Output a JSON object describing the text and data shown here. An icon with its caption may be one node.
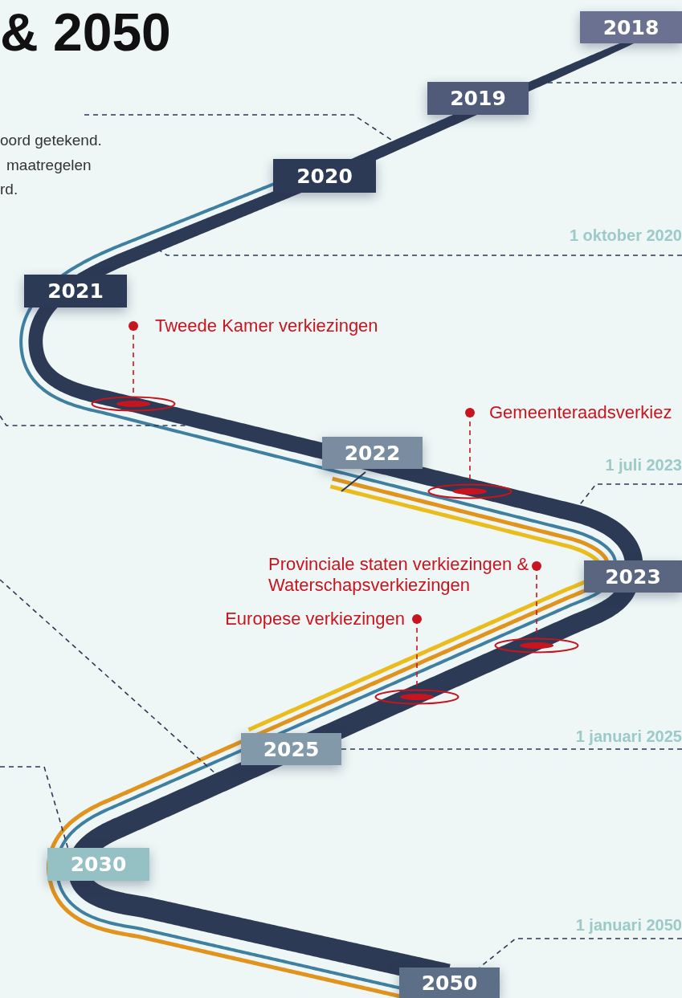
{
  "diagram": {
    "title": "& 2050",
    "nodes": [
      {
        "text": [
          "2018"
        ]
      },
      {
        "text": [
          "2019"
        ]
      },
      {
        "text": [
          "2020"
        ]
      },
      {
        "text": [
          "2021"
        ]
      },
      {
        "text": [
          "2022"
        ]
      },
      {
        "text": [
          "2023"
        ]
      },
      {
        "text": [
          "2025"
        ]
      },
      {
        "text": [
          "2030"
        ]
      },
      {
        "text": [
          "2050"
        ]
      },
      {
        "text": [
          "1 oktober 2020"
        ]
      },
      {
        "text": [
          "1 juli 2023"
        ]
      },
      {
        "text": [
          "1 januari 2025"
        ]
      },
      {
        "text": [
          "1 januari 2050"
        ]
      },
      {
        "text": [
          "Tweede Kamer verkiezingen"
        ]
      },
      {
        "text": [
          "Gemeenteraadsverkiez"
        ]
      },
      {
        "text": [
          "Provinciale staten verkiezingen & Waterschapsverkiezingen"
        ]
      },
      {
        "text": [
          "Europese verkiezingen"
        ]
      },
      {
        "text": [],
        "shape": "ellipse"
      },
      {
        "text": [],
        "shape": "ellipse"
      },
      {
        "text": [],
        "shape": "ellipse"
      },
      {
        "text": [],
        "shape": "ellipse"
      }
    ],
    "edges": [
      {
        "from": 9,
        "to": null,
        "arrow": "none",
        "style": "dashed",
        "color": "#2d3a55"
      },
      {
        "from": 10,
        "to": null,
        "arrow": "none",
        "style": "dashed",
        "color": "#2d3a55"
      },
      {
        "from": 11,
        "to": 6,
        "arrow": "none",
        "style": "dashed",
        "color": "#2d3a55"
      },
      {
        "from": 12,
        "to": 8,
        "arrow": "none",
        "style": "dashed",
        "color": "#2d3a55"
      },
      {
        "from": 1,
        "to": null,
        "arrow": "none",
        "style": "dashed",
        "color": "#2d3a55"
      },
      {
        "from": null,
        "to": 7,
        "arrow": "none",
        "style": "dashed",
        "color": "#2d3a55"
      },
      {
        "from": 13,
        "to": 17,
        "arrow": "other",
        "style": "dashed",
        "color": "#c8141e"
      },
      {
        "from": 14,
        "to": 18,
        "arrow": "other",
        "style": "dashed",
        "color": "#c8141e"
      },
      {
        "from": 15,
        "to": 19,
        "arrow": "other",
        "style": "dashed",
        "color": "#c8141e"
      },
      {
        "from": 16,
        "to": 20,
        "arrow": "other",
        "style": "dashed",
        "color": "#c8141e"
      }
    ],
    "labels": [
      "oord getekend.",
      "maatregelen",
      "rd."
    ]
  }
}
